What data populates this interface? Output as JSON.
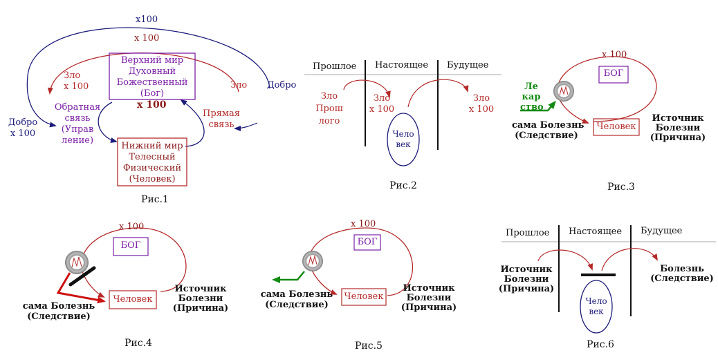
{
  "fig1": {
    "caption": "Рис.1",
    "top_box": [
      "Верхний мир",
      "Духовный",
      "Божественный",
      "(Бог)"
    ],
    "bottom_box": [
      "Нижний мир",
      "Телесный",
      "Физический",
      "(Человек)"
    ],
    "outer_arc_label": "x100",
    "inner_arc_label": "x 100",
    "evil_left": [
      "Зло",
      "x 100"
    ],
    "evil_right": "Зло",
    "good_right": "Добро",
    "good_left": [
      "Добро",
      "x 100"
    ],
    "feedback": [
      "Обратная",
      "связь",
      "(Управ",
      "ление)"
    ],
    "center_mult": "x 100",
    "direct": [
      "Прямая",
      "связь"
    ]
  },
  "fig2": {
    "caption": "Рис.2",
    "col_past": "Прошлое",
    "col_present": "Настоящее",
    "col_future": "Будущее",
    "evil_past": [
      "Зло",
      "Прош",
      "лого"
    ],
    "evil_present": [
      "Зло",
      "x 100"
    ],
    "evil_future": [
      "Зло",
      "x 100"
    ],
    "person": [
      "Чело",
      "век"
    ]
  },
  "fig3": {
    "caption": "Рис.3",
    "mult": "x 100",
    "god": "БОГ",
    "person": "Человек",
    "medicine": [
      "Ле",
      "кар",
      "ство"
    ],
    "disease": [
      "сама Болезнь",
      "(Следствие)"
    ],
    "source": [
      "Источник",
      "Болезни",
      "(Причина)"
    ]
  },
  "fig4": {
    "caption": "Рис.4",
    "mult": "x 100",
    "god": "БОГ",
    "person": "Человек",
    "disease": [
      "сама Болезнь",
      "(Следствие)"
    ],
    "source": [
      "Источник",
      "Болезни",
      "(Причина)"
    ]
  },
  "fig5": {
    "caption": "Рис.5",
    "mult": "x 100",
    "god": "БОГ",
    "person": "Человек",
    "disease": [
      "сама Болезнь",
      "(Следствие)"
    ],
    "source": [
      "Источник",
      "Болезни",
      "(Причина)"
    ]
  },
  "fig6": {
    "caption": "Рис.6",
    "col_past": "Прошлое",
    "col_present": "Настоящее",
    "col_future": "Будущее",
    "source": [
      "Источник",
      "Болезни",
      "(Причина)"
    ],
    "disease": [
      "Болезнь",
      "(Следствие)"
    ],
    "person": [
      "Чело",
      "век"
    ]
  },
  "colors": {
    "arrow_red": "#b52a2a",
    "box_purple": "#7a1fa6",
    "box_red": "#b52a2a",
    "navy": "#1c1c7a",
    "green": "#138a13",
    "black": "#111111"
  }
}
